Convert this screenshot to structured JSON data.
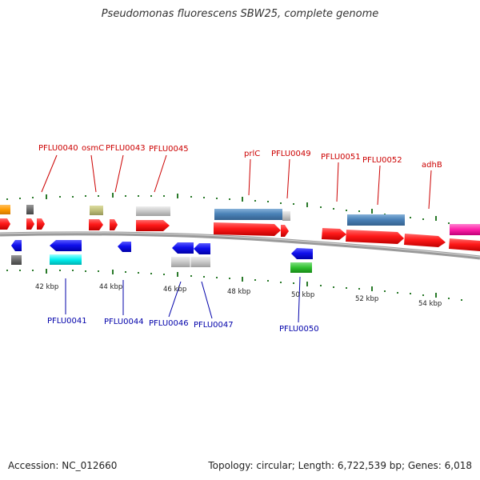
{
  "title": "Pseudomonas fluorescens SBW25, complete genome",
  "footer": {
    "accession": "Accession: NC_012660",
    "summary": "Topology: circular; Length: 6,722,539 bp; Genes: 6,018"
  },
  "colors": {
    "label_top": "#cc0000",
    "label_bottom": "#0000aa",
    "backbone": "#8a8a8a",
    "tick": "#2a7a2a"
  },
  "kbp_labels": [
    "42 kbp",
    "44 kbp",
    "46 kbp",
    "48 kbp",
    "50 kbp",
    "52 kbp",
    "54 kbp"
  ],
  "top_labels": [
    "PFLU0040",
    "osmC",
    "PFLU0043",
    "PFLU0045",
    "prlC",
    "PFLU0049",
    "PFLU0051",
    "PFLU0052",
    "adhB"
  ],
  "bottom_labels": [
    "PFLU0041",
    "PFLU0044",
    "PFLU0046",
    "PFLU0047",
    "PFLU0050"
  ]
}
